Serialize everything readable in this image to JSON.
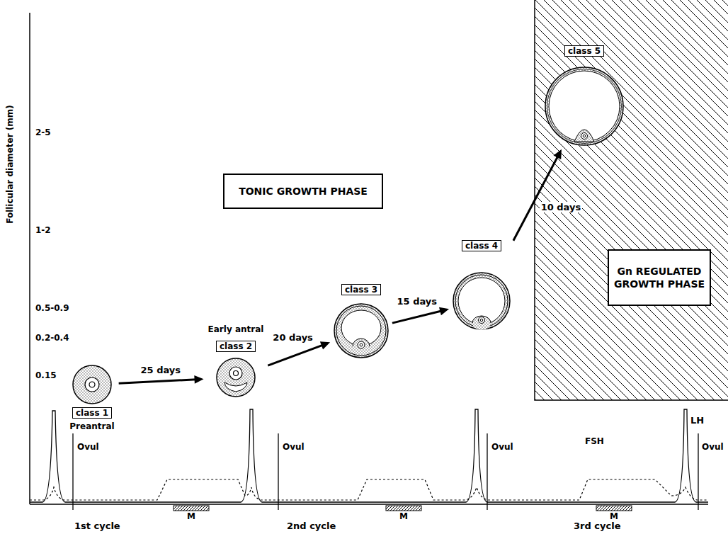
{
  "diagram": {
    "nodes": [
      {
        "text": [
          "class 1",
          "Preantral"
        ]
      },
      {
        "text": [
          "Early antral",
          "class 2"
        ]
      },
      {
        "text": [
          "class 3"
        ]
      },
      {
        "text": [
          "class 4"
        ]
      },
      {
        "text": [
          "class 5"
        ]
      },
      {
        "text": [
          "TONIC GROWTH PHASE"
        ]
      },
      {
        "text": [
          "Gn REGULATED GROWTH PHASE"
        ]
      }
    ],
    "edges": [
      {
        "from": 0,
        "to": 1,
        "arrow": "to",
        "label": "25 days"
      },
      {
        "from": 1,
        "to": 2,
        "arrow": "to",
        "label": "20 days"
      },
      {
        "from": 2,
        "to": 3,
        "arrow": "to",
        "label": "15 days"
      },
      {
        "from": 3,
        "to": 4,
        "arrow": "to",
        "label": "10 days"
      }
    ],
    "labels": [
      "Follicular diameter (mm)",
      "2-5",
      "1-2",
      "0.5-0.9",
      "0.2-0.4",
      "0.15",
      "Ovul",
      "Ovul",
      "Ovul",
      "Ovul",
      "FSH",
      "LH",
      "M",
      "M",
      "M",
      "1st cycle",
      "2nd cycle",
      "3rd cycle"
    ]
  }
}
